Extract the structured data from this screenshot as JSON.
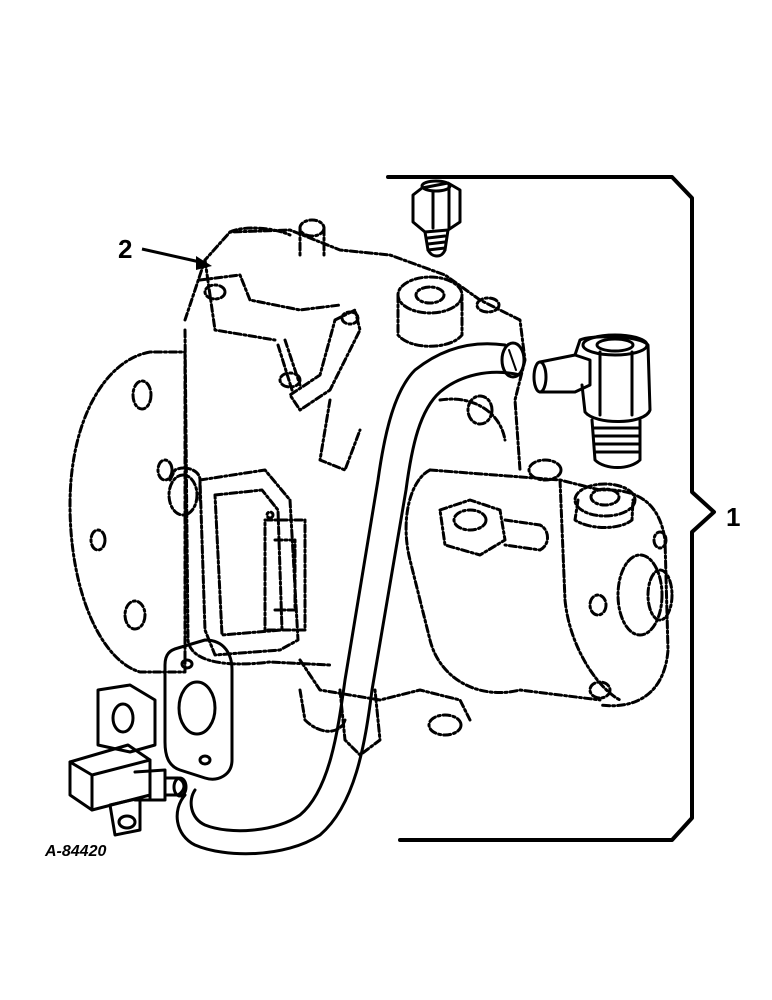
{
  "callouts": {
    "item_1": "1",
    "item_2": "2"
  },
  "figure_id": "A-84420"
}
